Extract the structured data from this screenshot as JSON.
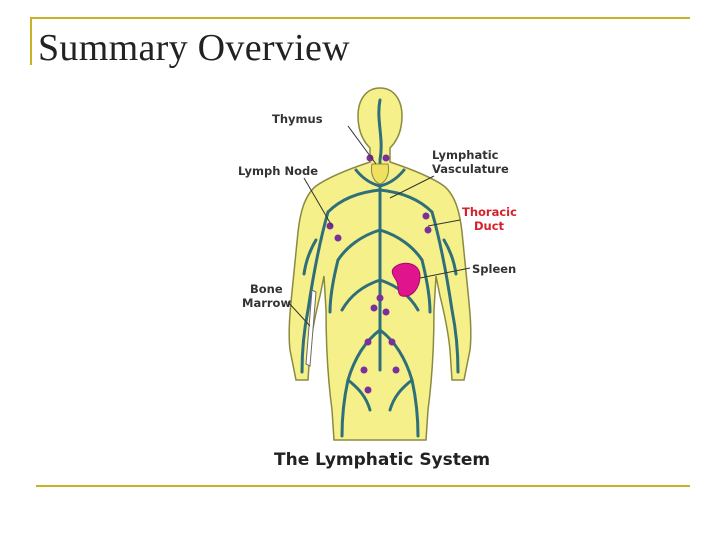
{
  "slide": {
    "title": "Summary Overview",
    "accent_color": "#c9b227"
  },
  "figure": {
    "caption": "The Lymphatic System",
    "labels": {
      "thymus": "Thymus",
      "lymph_node": "Lymph Node",
      "lymphatic_vasculature_1": "Lymphatic",
      "lymphatic_vasculature_2": "Vasculature",
      "thoracic_duct_1": "Thoracic",
      "thoracic_duct_2": "Duct",
      "spleen": "Spleen",
      "bone_marrow_1": "Bone",
      "bone_marrow_2": "Marrow"
    },
    "colors": {
      "body": "#f5f08a",
      "body_outline": "#8a8a40",
      "vessels": "#2f6f7a",
      "nodes": "#7a2f9a",
      "spleen": "#e0148c",
      "label_red": "#d6202a"
    }
  }
}
